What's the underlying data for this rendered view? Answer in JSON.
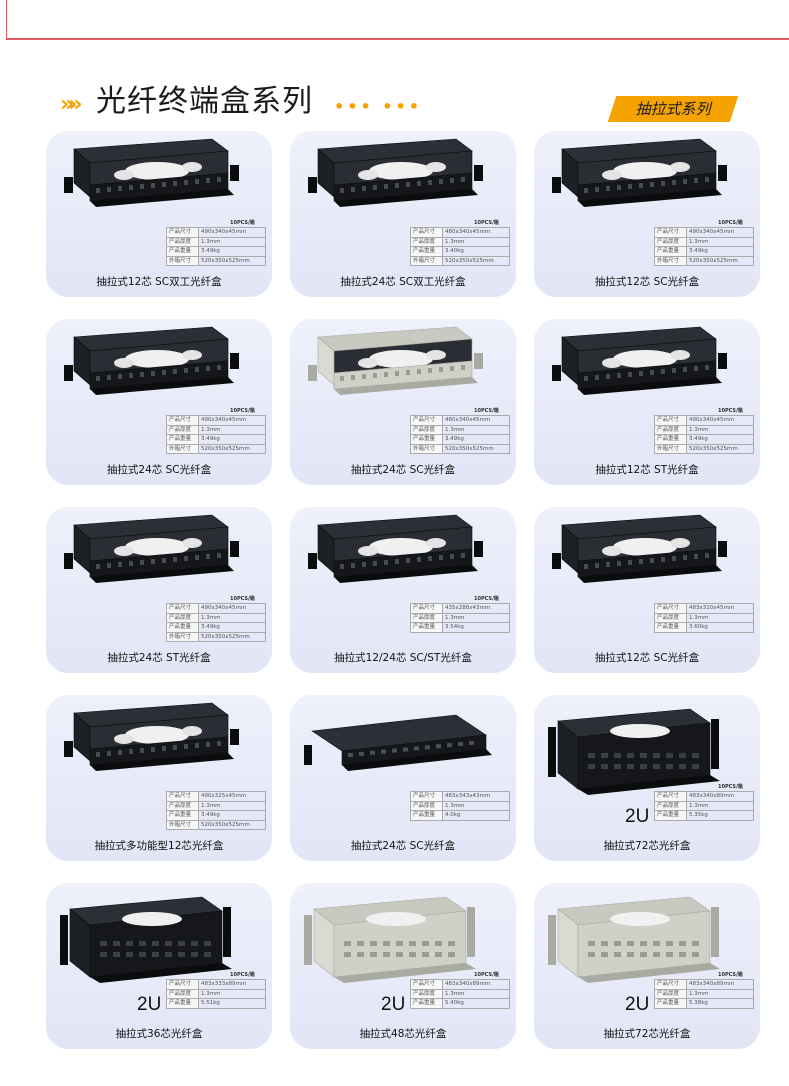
{
  "header": {
    "title": "光纤终端盒系列",
    "dots": "•••  •••",
    "series_tag": "抽拉式系列"
  },
  "colors": {
    "accent": "#f5a300",
    "frame": "#e05a66",
    "card": "#e6e8f8"
  },
  "products": [
    {
      "caption": "抽拉式12芯 SC双工光纤盒",
      "pcs": "10PCS/箱",
      "two_u": "",
      "color": "black",
      "style": "flat",
      "specs": [
        {
          "k": "产品尺寸",
          "v": "490x340x45mm"
        },
        {
          "k": "产品厚度",
          "v": "1.3mm"
        },
        {
          "k": "产品重量",
          "v": "3.49kg"
        },
        {
          "k": "外箱尺寸",
          "v": "520x350x525mm"
        }
      ]
    },
    {
      "caption": "抽拉式24芯 SC双工光纤盒",
      "pcs": "10PCS/箱",
      "two_u": "",
      "color": "black",
      "style": "flat",
      "specs": [
        {
          "k": "产品尺寸",
          "v": "480x340x45mm"
        },
        {
          "k": "产品厚度",
          "v": "1.3mm"
        },
        {
          "k": "产品重量",
          "v": "3.40kg"
        },
        {
          "k": "外箱尺寸",
          "v": "520x350x525mm"
        }
      ]
    },
    {
      "caption": "抽拉式12芯 SC光纤盒",
      "pcs": "10PCS/箱",
      "two_u": "",
      "color": "black",
      "style": "flat",
      "specs": [
        {
          "k": "产品尺寸",
          "v": "490x340x45mm"
        },
        {
          "k": "产品厚度",
          "v": "1.3mm"
        },
        {
          "k": "产品重量",
          "v": "3.49kg"
        },
        {
          "k": "外箱尺寸",
          "v": "520x350x525mm"
        }
      ]
    },
    {
      "caption": "抽拉式24芯 SC光纤盒",
      "pcs": "10PCS/箱",
      "two_u": "",
      "color": "black",
      "style": "flat",
      "specs": [
        {
          "k": "产品尺寸",
          "v": "490x340x45mm"
        },
        {
          "k": "产品厚度",
          "v": "1.3mm"
        },
        {
          "k": "产品重量",
          "v": "3.49kg"
        },
        {
          "k": "外箱尺寸",
          "v": "520x350x525mm"
        }
      ]
    },
    {
      "caption": "抽拉式24芯 SC光纤盒",
      "pcs": "10PCS/箱",
      "two_u": "",
      "color": "beige",
      "style": "flat",
      "specs": [
        {
          "k": "产品尺寸",
          "v": "480x340x45mm"
        },
        {
          "k": "产品厚度",
          "v": "1.3mm"
        },
        {
          "k": "产品重量",
          "v": "3.49kg"
        },
        {
          "k": "外箱尺寸",
          "v": "520x350x525mm"
        }
      ]
    },
    {
      "caption": "抽拉式12芯 ST光纤盒",
      "pcs": "10PCS/箱",
      "two_u": "",
      "color": "black",
      "style": "flat",
      "specs": [
        {
          "k": "产品尺寸",
          "v": "490x340x45mm"
        },
        {
          "k": "产品厚度",
          "v": "1.3mm"
        },
        {
          "k": "产品重量",
          "v": "3.49kg"
        },
        {
          "k": "外箱尺寸",
          "v": "520x350x525mm"
        }
      ]
    },
    {
      "caption": "抽拉式24芯 ST光纤盒",
      "pcs": "10PCS/箱",
      "two_u": "",
      "color": "black",
      "style": "flat",
      "specs": [
        {
          "k": "产品尺寸",
          "v": "490x340x45mm"
        },
        {
          "k": "产品厚度",
          "v": "1.3mm"
        },
        {
          "k": "产品重量",
          "v": "3.49kg"
        },
        {
          "k": "外箱尺寸",
          "v": "520x350x525mm"
        }
      ]
    },
    {
      "caption": "抽拉式12/24芯 SC/ST光纤盒",
      "pcs": "10PCS/箱",
      "two_u": "",
      "color": "black",
      "style": "flat",
      "specs": [
        {
          "k": "产品尺寸",
          "v": "435x288x43mm"
        },
        {
          "k": "产品厚度",
          "v": "1.3mm"
        },
        {
          "k": "产品重量",
          "v": "3.54kg"
        }
      ]
    },
    {
      "caption": "抽拉式12芯 SC光纤盒",
      "pcs": "",
      "two_u": "",
      "color": "black",
      "style": "flat",
      "specs": [
        {
          "k": "产品尺寸",
          "v": "483x310x45mm"
        },
        {
          "k": "产品厚度",
          "v": "1.3mm"
        },
        {
          "k": "产品重量",
          "v": "3.60kg"
        }
      ]
    },
    {
      "caption": "抽拉式多功能型12芯光纤盒",
      "pcs": "",
      "two_u": "",
      "color": "black",
      "style": "flat",
      "specs": [
        {
          "k": "产品尺寸",
          "v": "490x325x45mm"
        },
        {
          "k": "产品厚度",
          "v": "1.3mm"
        },
        {
          "k": "产品重量",
          "v": "3.49kg"
        },
        {
          "k": "外箱尺寸",
          "v": "520x350x525mm"
        }
      ]
    },
    {
      "caption": "抽拉式24芯 SC光纤盒",
      "pcs": "",
      "two_u": "",
      "color": "black",
      "style": "closed",
      "specs": [
        {
          "k": "产品尺寸",
          "v": "483x343x43mm"
        },
        {
          "k": "产品厚度",
          "v": "1.3mm"
        },
        {
          "k": "产品重量",
          "v": "4.0kg"
        }
      ]
    },
    {
      "caption": "抽拉式72芯光纤盒",
      "pcs": "10PCS/箱",
      "two_u": "2U",
      "color": "black",
      "style": "tall",
      "specs": [
        {
          "k": "产品尺寸",
          "v": "483x340x89mm"
        },
        {
          "k": "产品厚度",
          "v": "1.3mm"
        },
        {
          "k": "产品重量",
          "v": "5.35kg"
        }
      ]
    },
    {
      "caption": "抽拉式36芯光纤盒",
      "pcs": "10PCS/箱",
      "two_u": "2U",
      "color": "black",
      "style": "tall",
      "specs": [
        {
          "k": "产品尺寸",
          "v": "483x333x89mm"
        },
        {
          "k": "产品厚度",
          "v": "1.3mm"
        },
        {
          "k": "产品重量",
          "v": "5.51kg"
        }
      ]
    },
    {
      "caption": "抽拉式48芯光纤盒",
      "pcs": "10PCS/箱",
      "two_u": "2U",
      "color": "beige",
      "style": "tall",
      "specs": [
        {
          "k": "产品尺寸",
          "v": "483x340x89mm"
        },
        {
          "k": "产品厚度",
          "v": "1.3mm"
        },
        {
          "k": "产品重量",
          "v": "5.40kg"
        }
      ]
    },
    {
      "caption": "抽拉式72芯光纤盒",
      "pcs": "10PCS/箱",
      "two_u": "2U",
      "color": "beige",
      "style": "tall",
      "specs": [
        {
          "k": "产品尺寸",
          "v": "483x340x89mm"
        },
        {
          "k": "产品厚度",
          "v": "1.3mm"
        },
        {
          "k": "产品重量",
          "v": "5.38kg"
        }
      ]
    }
  ]
}
